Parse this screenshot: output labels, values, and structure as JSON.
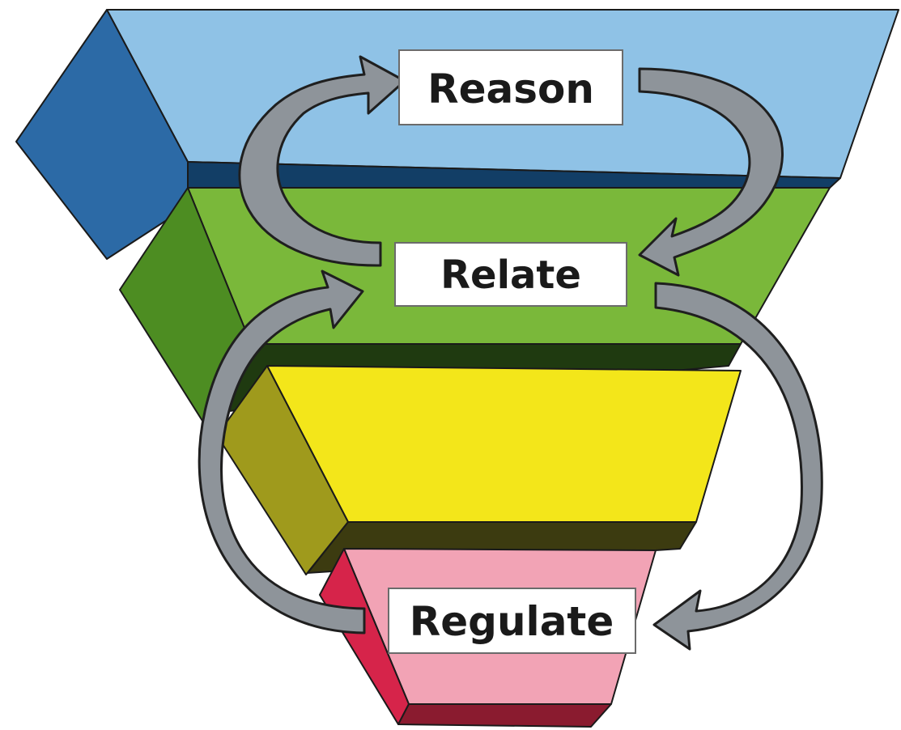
{
  "diagram": {
    "layers": [
      {
        "name": "top-layer",
        "label": "Reason",
        "color_front": "#8fc2e6",
        "color_side": "#2c6aa6",
        "color_bottom": "#123e66"
      },
      {
        "name": "middle-layer",
        "label": "Relate",
        "color_front": "#7ab83a",
        "color_side": "#4d8d22",
        "color_bottom": "#1f3a10"
      },
      {
        "name": "third-layer",
        "label": "",
        "color_front": "#f3e61a",
        "color_side": "#9f9a1c",
        "color_bottom": "#3c3b10"
      },
      {
        "name": "bottom-layer",
        "label": "Regulate",
        "color_front": "#f2a3b5",
        "color_side": "#d6244a",
        "color_bottom": "#8a1b2f"
      }
    ],
    "labels": {
      "reason": "Reason",
      "relate": "Relate",
      "regulate": "Regulate"
    },
    "arrow_color": "#8e949a"
  }
}
